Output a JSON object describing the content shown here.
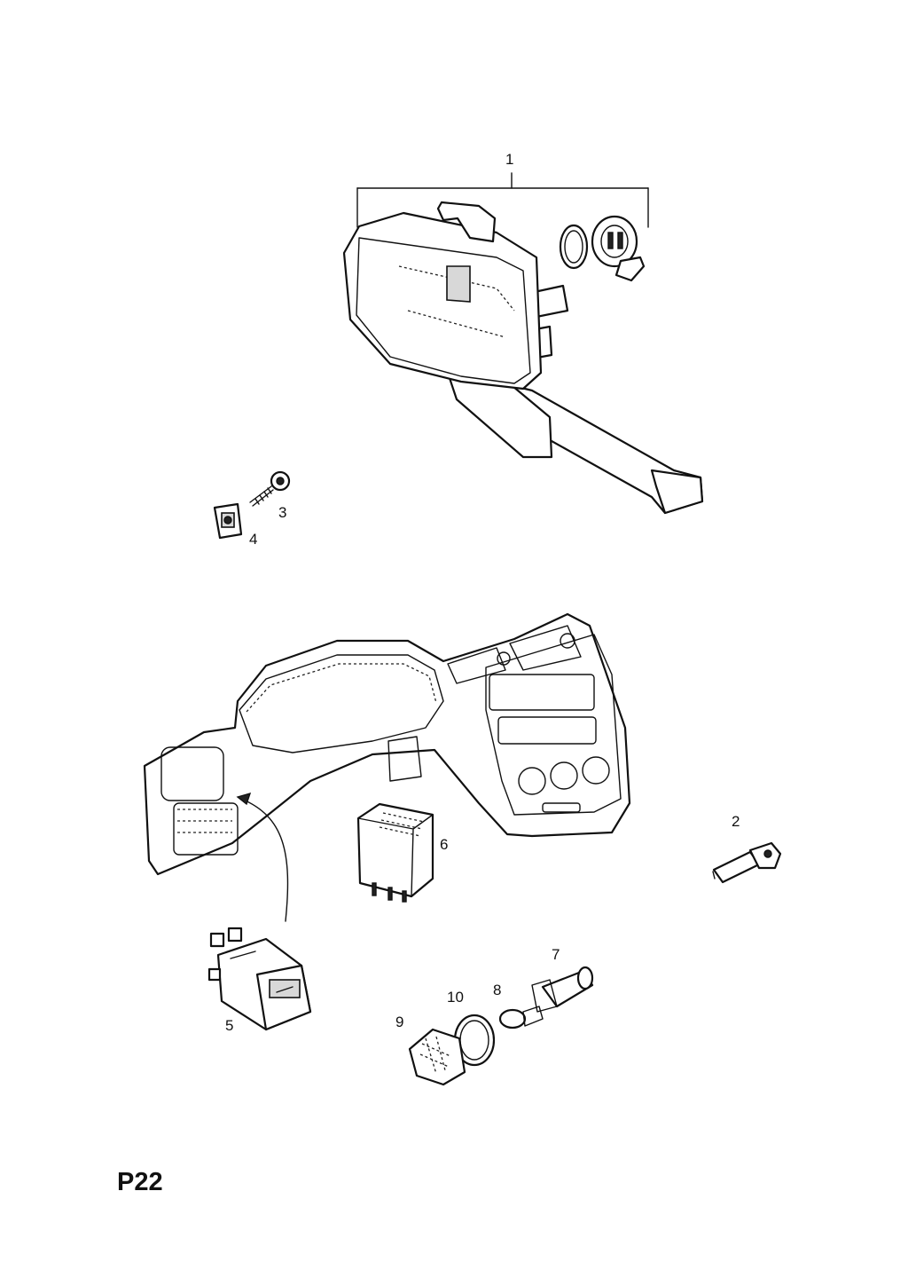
{
  "page_code": "P22",
  "callouts": {
    "c1": "1",
    "c2": "2",
    "c3": "3",
    "c4": "4",
    "c5": "5",
    "c6": "6",
    "c7": "7",
    "c8": "8",
    "c9": "9",
    "c10": "10"
  }
}
